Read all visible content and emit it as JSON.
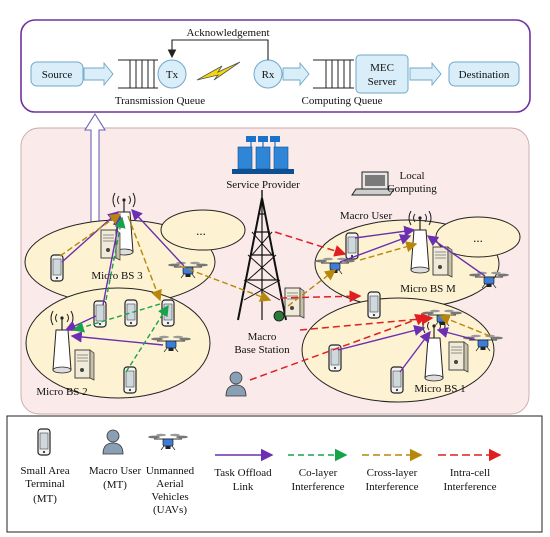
{
  "colors": {
    "offload": "#6b2fb3",
    "co_layer": "#18a34a",
    "cross_layer": "#b8860b",
    "intra_cell": "#e02020",
    "queue_box": "#7030a0",
    "cell_fill": "#fdf3d2",
    "area_fill": "#fbeaea",
    "node_fill": "#d9eef8"
  },
  "top_panel": {
    "source": "Source",
    "tx": "Tx",
    "rx": "Rx",
    "acknowledgement": "Acknowledgement",
    "mec_server_line1": "MEC",
    "mec_server_line2": "Server",
    "destination": "Destination",
    "transmission_queue": "Transmission Queue",
    "computing_queue": "Computing Queue"
  },
  "network": {
    "service_provider": "Service Provider",
    "local_computing_line1": "Local",
    "local_computing_line2": "Computing",
    "macro_user": "Macro User",
    "macro_bs_line1": "Macro",
    "macro_bs_line2": "Base Station",
    "micro_bs_3": "Micro BS 3",
    "micro_bs_2": "Micro BS 2",
    "micro_bs_m": "Micro BS M",
    "micro_bs_1": "Micro BS 1",
    "ellipsis": "..."
  },
  "legend": {
    "sat_line1": "Small Area",
    "sat_line2": "Terminal",
    "sat_line3": "(MT)",
    "mu_line1": "Macro User",
    "mu_line2": "(MT)",
    "uav_line1": "Unmanned",
    "uav_line2": "Aerial",
    "uav_line3": "Vehicles",
    "uav_line4": "(UAVs)",
    "offload_line1": "Task Offload",
    "offload_line2": "Link",
    "co_line1": "Co-layer",
    "co_line2": "Interference",
    "cross_line1": "Cross-layer",
    "cross_line2": "Interference",
    "intra_line1": "Intra-cell",
    "intra_line2": "Interference"
  }
}
